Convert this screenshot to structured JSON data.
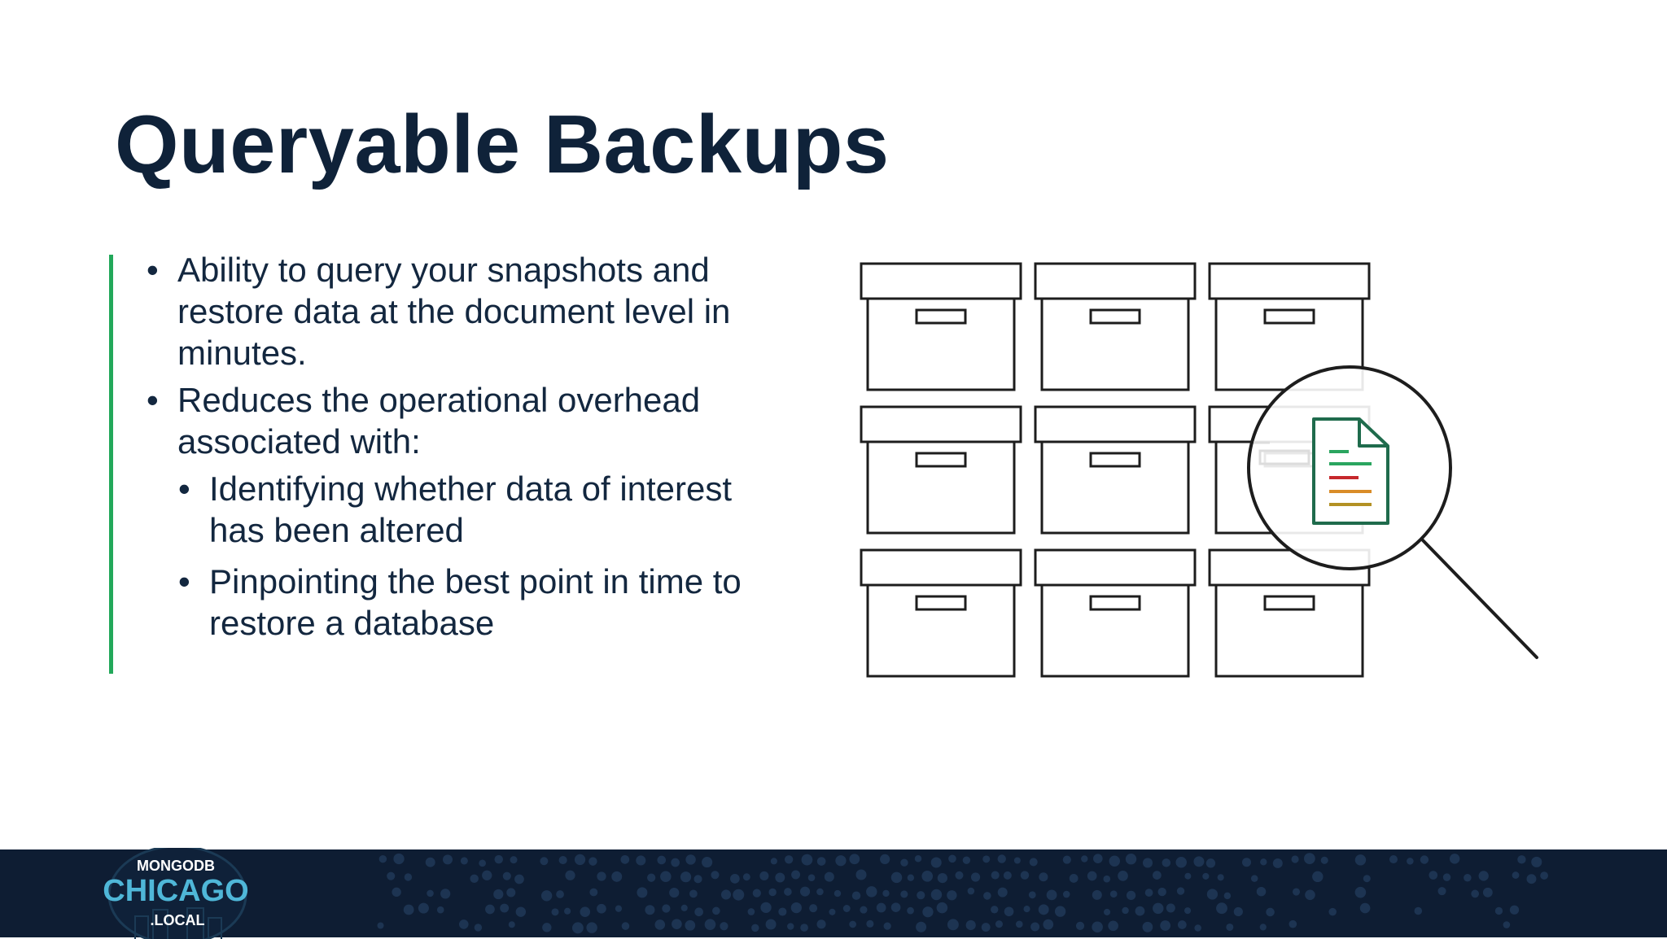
{
  "slide": {
    "title": "Queryable Backups",
    "bullets": [
      "Ability to query your snapshots and restore data at the document level in minutes.",
      "Reduces the operational overhead associated with:"
    ],
    "sub_bullets": [
      "Identifying whether data of interest has been altered",
      "Pinpointing the best point in time to restore a database"
    ],
    "bullet_char": "•"
  },
  "illustration": {
    "boxes_grid": "3x3",
    "icons": [
      "archive-box-icon",
      "magnifying-glass-icon",
      "document-icon"
    ],
    "document_line_colors": [
      "#2aa55f",
      "#2aa55f",
      "#c6282c",
      "#d98c28",
      "#b39124"
    ]
  },
  "footer": {
    "logo_lines": [
      "MONGODB",
      "CHICAGO",
      ".LOCAL"
    ]
  },
  "colors": {
    "title": "#0f2239",
    "text": "#13273f",
    "accent": "#22a85a",
    "footer_bg": "#0e1d33",
    "logo_accent": "#4fb7d8"
  }
}
